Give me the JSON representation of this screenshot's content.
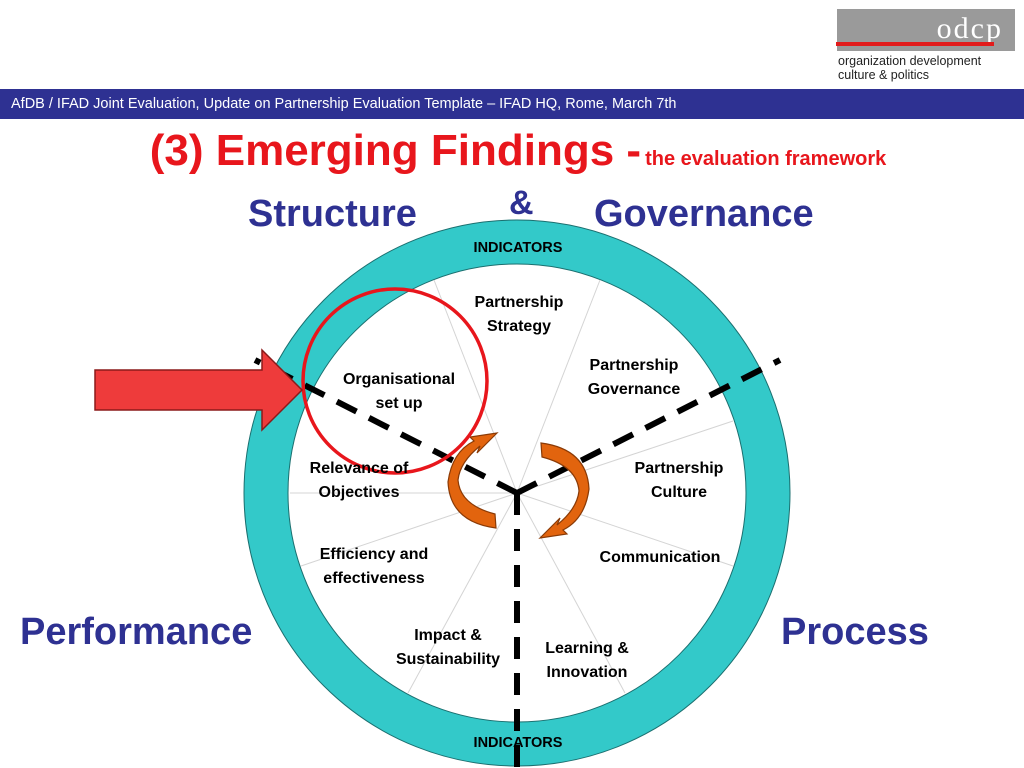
{
  "logo": {
    "mark": "odcp",
    "tagline_line1": "organization development",
    "tagline_line2": "culture & politics"
  },
  "header": {
    "text": "AfDB / IFAD Joint Evaluation, Update on Partnership Evaluation Template – IFAD HQ, Rome, March 7th"
  },
  "title": {
    "main": "(3) Emerging Findings -",
    "sub": "the evaluation framework"
  },
  "quadrants": {
    "ampersand": "&",
    "structure": "Structure",
    "governance": "Governance",
    "performance": "Performance",
    "process": "Process"
  },
  "ring": {
    "indicators_top": "INDICATORS",
    "indicators_bottom": "INDICATORS"
  },
  "segments": {
    "partnership_strategy": [
      "Partnership",
      "Strategy"
    ],
    "partnership_governance": [
      "Partnership",
      "Governance"
    ],
    "partnership_culture": [
      "Partnership",
      "Culture"
    ],
    "communication": [
      "Communication"
    ],
    "learning_innovation": [
      "Learning &",
      "Innovation"
    ],
    "impact_sustainability": [
      "Impact &",
      "Sustainability"
    ],
    "efficiency_effectiveness": [
      "Efficiency and",
      "effectiveness"
    ],
    "relevance_objectives": [
      "Relevance of",
      "Objectives"
    ],
    "organisational_setup": [
      "Organisational",
      "set up"
    ]
  },
  "colors": {
    "ring": "#33c9c9",
    "header_band": "#2e3192",
    "title_red": "#e8161c",
    "quadrant_blue": "#2e3192",
    "arrow_red": "#ee3b3b",
    "cycle_orange": "#e2640e"
  }
}
